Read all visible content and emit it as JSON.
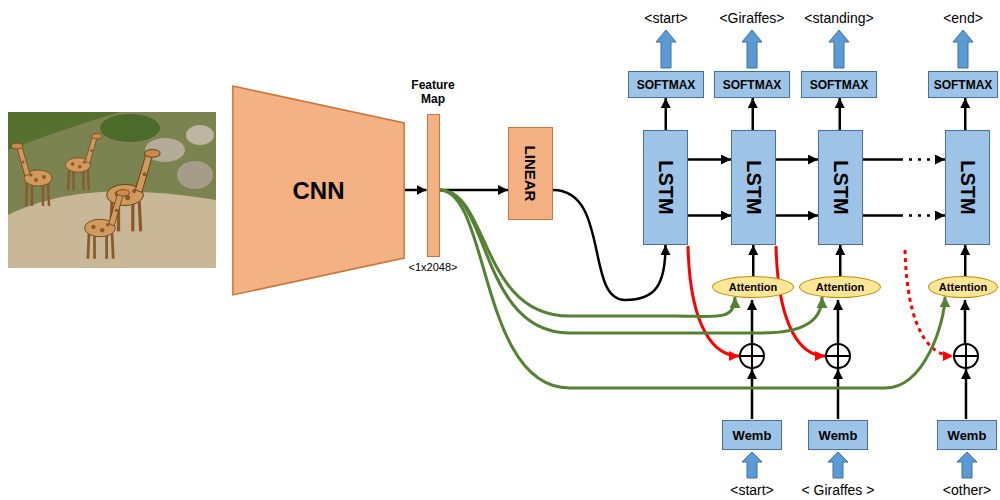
{
  "diagram": {
    "nodes": [
      {
        "text": [
          "CNN"
        ]
      },
      {
        "text": [
          "Feature Map",
          "<1x2048>"
        ]
      },
      {
        "text": [
          "LINEAR"
        ]
      },
      {
        "text": [
          "SOFTMAX"
        ]
      },
      {
        "text": [
          "SOFTMAX"
        ]
      },
      {
        "text": [
          "SOFTMAX"
        ]
      },
      {
        "text": [
          "SOFTMAX"
        ]
      },
      {
        "text": [
          "LSTM"
        ]
      },
      {
        "text": [
          "LSTM"
        ]
      },
      {
        "text": [
          "LSTM"
        ]
      },
      {
        "text": [
          "LSTM"
        ]
      },
      {
        "text": [
          "Attention"
        ]
      },
      {
        "text": [
          "Attention"
        ]
      },
      {
        "text": [
          "Attention"
        ]
      },
      {
        "text": [
          "Wemb"
        ]
      },
      {
        "text": [
          "Wemb"
        ]
      },
      {
        "text": [
          "Wemb"
        ]
      }
    ],
    "edges": [
      {
        "from": 0,
        "to": 1,
        "arrow": "to"
      },
      {
        "from": 1,
        "to": 2,
        "arrow": "to"
      },
      {
        "from": 2,
        "to": 7,
        "arrow": "to"
      },
      {
        "from": 7,
        "to": 3,
        "arrow": "to"
      },
      {
        "from": 8,
        "to": 4,
        "arrow": "to"
      },
      {
        "from": 9,
        "to": 5,
        "arrow": "to"
      },
      {
        "from": 10,
        "to": 6,
        "arrow": "to"
      },
      {
        "from": 7,
        "to": 8,
        "arrow": "to"
      },
      {
        "from": 7,
        "to": 8,
        "arrow": "to"
      },
      {
        "from": 8,
        "to": 9,
        "arrow": "to"
      },
      {
        "from": 8,
        "to": 9,
        "arrow": "to"
      },
      {
        "from": 9,
        "to": 10,
        "arrow": "to"
      },
      {
        "from": 9,
        "to": 10,
        "arrow": "to"
      },
      {
        "from": 11,
        "to": 8,
        "arrow": "to"
      },
      {
        "from": 12,
        "to": 9,
        "arrow": "to"
      },
      {
        "from": 13,
        "to": 10,
        "arrow": "to"
      },
      {
        "from": 1,
        "to": 11,
        "arrow": "to"
      },
      {
        "from": 1,
        "to": 12,
        "arrow": "to"
      },
      {
        "from": 1,
        "to": 13,
        "arrow": "to"
      }
    ],
    "labels": [
      "<start>",
      "<Giraffes>",
      "<standing>",
      "<end>",
      "<start>",
      "< Giraffes >",
      "<other>"
    ]
  }
}
